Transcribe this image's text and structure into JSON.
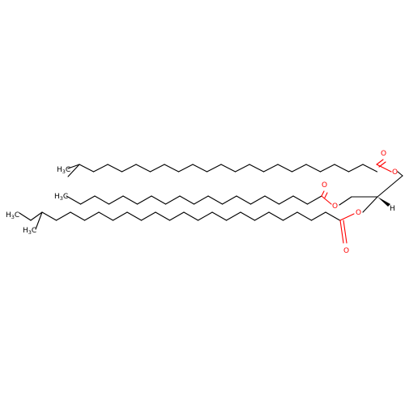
{
  "molecule": {
    "bond_color": "#000000",
    "oxygen_color": "#ff0000",
    "atoms": {
      "ch3_top": {
        "label": "H",
        "sub": "3",
        "tail": "C"
      },
      "ch3_mid": {
        "label": "H",
        "sub": "3",
        "tail": "C"
      },
      "ch3_bottom_ethyl": {
        "label": "H",
        "sub": "3",
        "tail": "C"
      },
      "ch3_bottom_methyl": {
        "label": "H",
        "sub": "3",
        "tail": "C"
      },
      "o_ester1_carbonyl": "O",
      "o_ester1_ether": "O",
      "o_ester2_carbonyl": "O",
      "o_ester2_ether": "O",
      "o_ester3_ether": "O",
      "o_ester3_carbonyl": "O",
      "h_stereo": "H"
    }
  }
}
